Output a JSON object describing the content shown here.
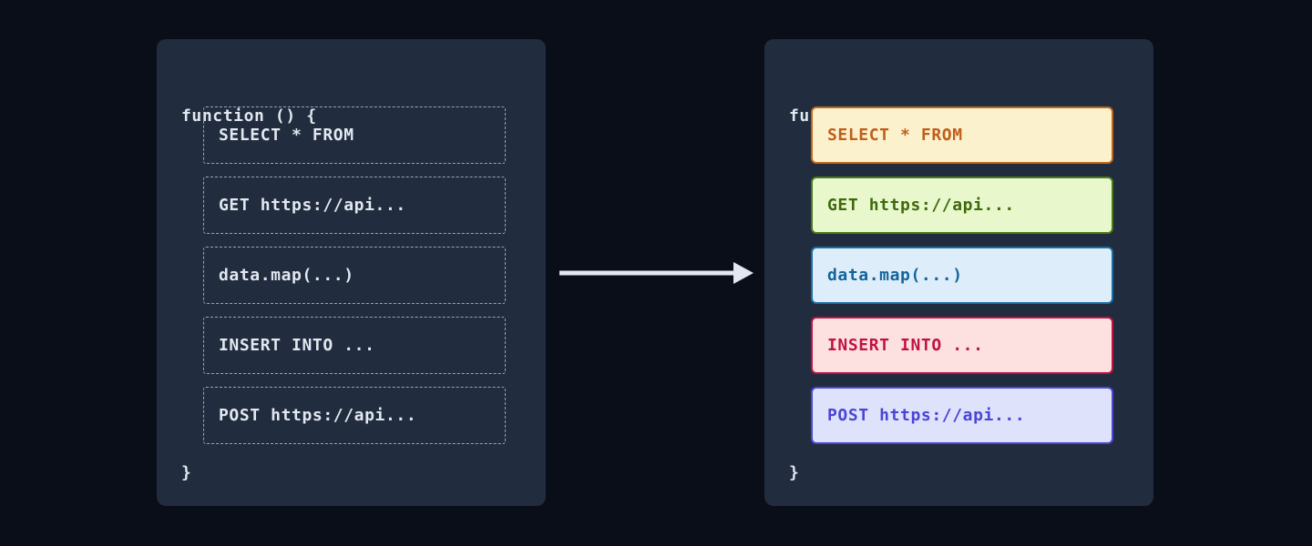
{
  "page": {
    "background": "#0a0e18",
    "panel_background": "#212c3e",
    "panel_text_color": "#e2e8f0",
    "dashed_border_color": "#9aa5b3",
    "arrow_color": "#e2e8f0"
  },
  "panels": {
    "before": {
      "header": "function () {",
      "footer": "}",
      "lines": [
        {
          "text": "SELECT * FROM"
        },
        {
          "text": "GET https://api..."
        },
        {
          "text": "data.map(...)"
        },
        {
          "text": "INSERT INTO ..."
        },
        {
          "text": "POST https://api..."
        }
      ]
    },
    "after": {
      "header": "function () {",
      "footer": "}",
      "lines": [
        {
          "text": "SELECT * FROM",
          "bg": "#fbf2cd",
          "border": "#c2661c",
          "color": "#c05e1a"
        },
        {
          "text": "GET https://api...",
          "bg": "#e8f8cc",
          "border": "#4a7b16",
          "color": "#3f690e"
        },
        {
          "text": "data.map(...)",
          "bg": "#ddeefa",
          "border": "#1a6ea6",
          "color": "#13649b"
        },
        {
          "text": "INSERT INTO ...",
          "bg": "#fde1e1",
          "border": "#c11243",
          "color": "#c11243"
        },
        {
          "text": "POST https://api...",
          "bg": "#dfe2fb",
          "border": "#4b48d4",
          "color": "#4a45d6"
        }
      ]
    }
  }
}
